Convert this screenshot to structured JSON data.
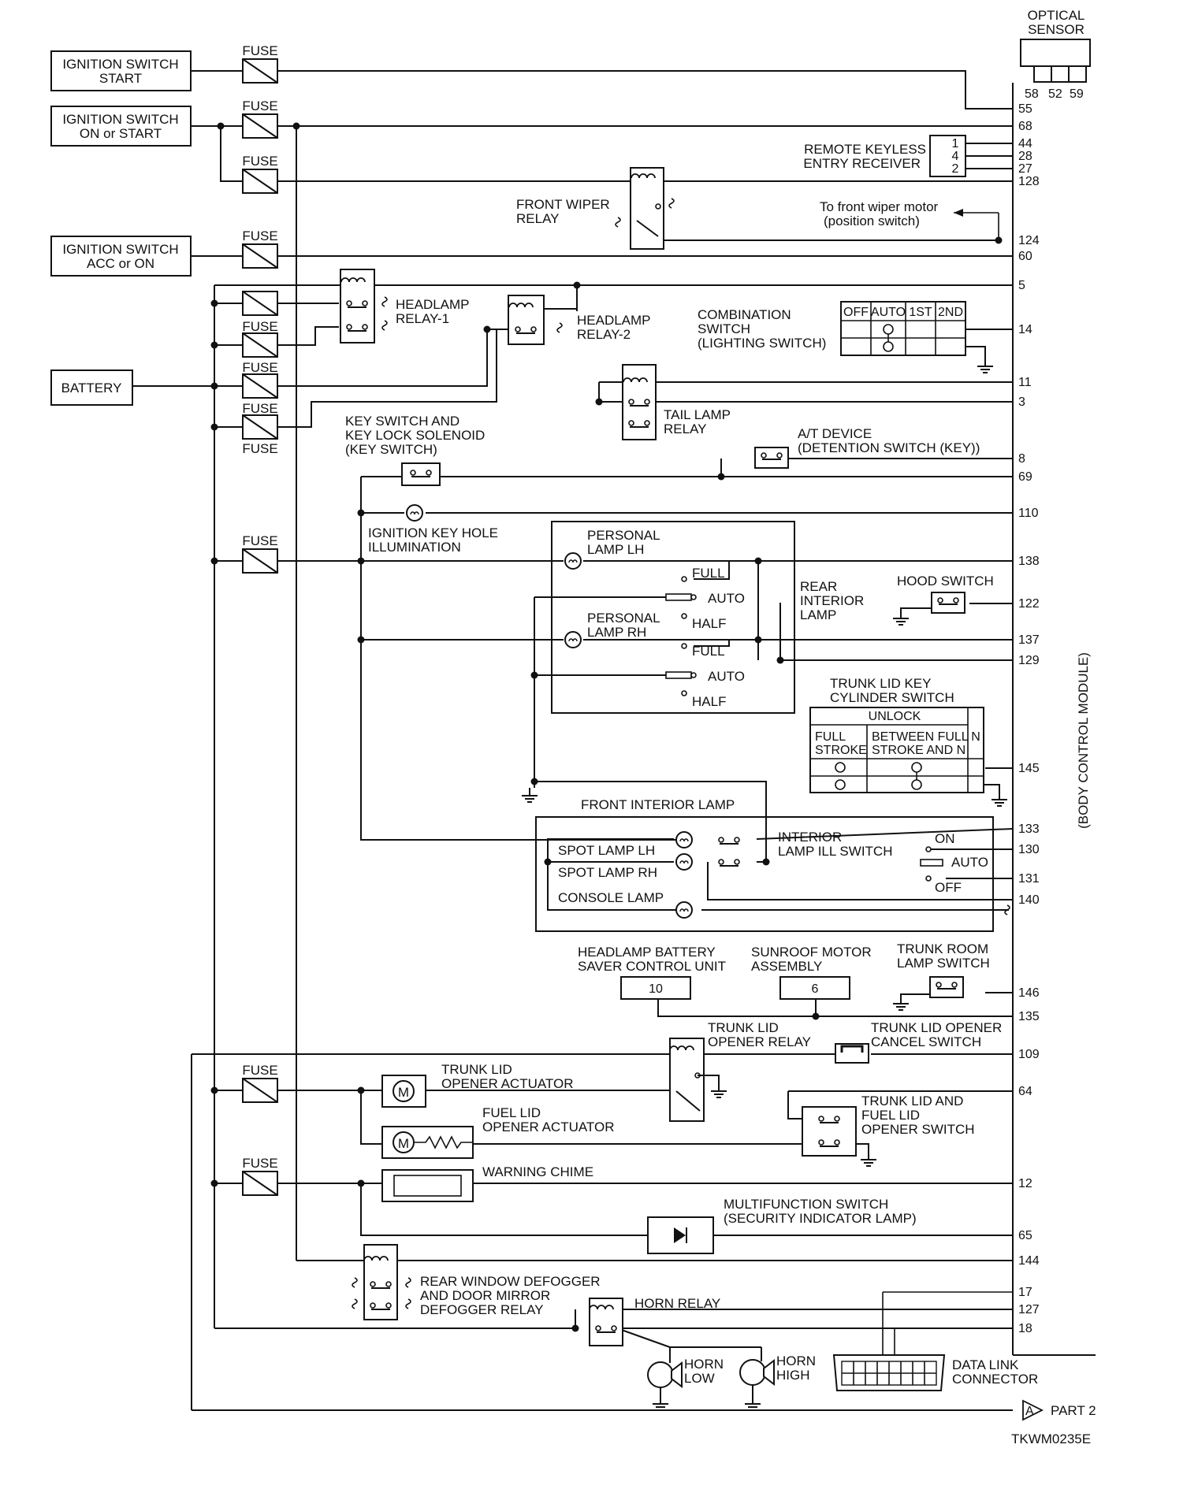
{
  "diagram_id": "TKWM0235E",
  "module": {
    "label": "(BODY CONTROL MODULE)"
  },
  "optical_sensor": {
    "label_1": "OPTICAL",
    "label_2": "SENSOR",
    "pins": [
      "58",
      "52",
      "59"
    ]
  },
  "fuse_label": "FUSE",
  "sources": {
    "ign_start": [
      "IGNITION SWITCH",
      "START"
    ],
    "ign_on_start": [
      "IGNITION SWITCH",
      "ON or START"
    ],
    "ign_acc_on": [
      "IGNITION SWITCH",
      "ACC or ON"
    ],
    "battery": "BATTERY"
  },
  "pins": [
    "55",
    "68",
    "44",
    "28",
    "27",
    "128",
    "124",
    "60",
    "5",
    "14",
    "11",
    "3",
    "8",
    "69",
    "110",
    "138",
    "122",
    "137",
    "129",
    "145",
    "133",
    "130",
    "131",
    "140",
    "146",
    "135",
    "109",
    "64",
    "12",
    "65",
    "144",
    "17",
    "127",
    "18"
  ],
  "components": {
    "remote_keyless": [
      "REMOTE KEYLESS",
      "ENTRY RECEIVER"
    ],
    "remote_keyless_pins": [
      "1",
      "4",
      "2"
    ],
    "front_wiper_relay": [
      "FRONT WIPER",
      "RELAY"
    ],
    "wiper_motor_note": [
      "To front wiper motor",
      "(position switch)"
    ],
    "headlamp_relay_1": [
      "HEADLAMP",
      "RELAY-1"
    ],
    "headlamp_relay_2": [
      "HEADLAMP",
      "RELAY-2"
    ],
    "combination_switch": [
      "COMBINATION",
      "SWITCH",
      "(LIGHTING SWITCH)"
    ],
    "combination_positions": [
      "OFF",
      "AUTO",
      "1ST",
      "2ND"
    ],
    "tail_lamp_relay": [
      "TAIL LAMP",
      "RELAY"
    ],
    "key_switch": [
      "KEY SWITCH AND",
      "KEY LOCK SOLENOID",
      "(KEY SWITCH)"
    ],
    "at_device": [
      "A/T DEVICE",
      "(DETENTION SWITCH (KEY))"
    ],
    "key_hole_illum": [
      "IGNITION KEY HOLE",
      "ILLUMINATION"
    ],
    "personal_lamp_lh": [
      "PERSONAL",
      "LAMP LH"
    ],
    "personal_lamp_rh": [
      "PERSONAL",
      "LAMP RH"
    ],
    "switch_positions": [
      "FULL",
      "AUTO",
      "HALF"
    ],
    "rear_interior_lamp": [
      "REAR",
      "INTERIOR",
      "LAMP"
    ],
    "hood_switch": "HOOD SWITCH",
    "trunk_key_cylinder": [
      "TRUNK LID KEY",
      "CYLINDER SWITCH"
    ],
    "trunk_cyl_table": {
      "unlock": "UNLOCK",
      "full": [
        "FULL",
        "STROKE"
      ],
      "between": [
        "BETWEEN FULL",
        "STROKE AND N"
      ],
      "n": "N"
    },
    "front_interior_lamp": "FRONT INTERIOR LAMP",
    "spot_lamp_lh": "SPOT LAMP LH",
    "spot_lamp_rh": "SPOT LAMP RH",
    "console_lamp": "CONSOLE LAMP",
    "interior_lamp_ill_switch": [
      "INTERIOR",
      "LAMP ILL SWITCH"
    ],
    "ill_switch_positions": [
      "ON",
      "AUTO",
      "OFF"
    ],
    "headlamp_saver": [
      "HEADLAMP BATTERY",
      "SAVER CONTROL UNIT"
    ],
    "headlamp_saver_pin": "10",
    "sunroof_motor": [
      "SUNROOF MOTOR",
      "ASSEMBLY"
    ],
    "sunroof_pin": "6",
    "trunk_room_lamp_switch": [
      "TRUNK ROOM",
      "LAMP SWITCH"
    ],
    "trunk_lid_opener_relay": [
      "TRUNK LID",
      "OPENER RELAY"
    ],
    "trunk_lid_opener_cancel": [
      "TRUNK LID OPENER",
      "CANCEL SWITCH"
    ],
    "trunk_lid_opener_actuator": [
      "TRUNK LID",
      "OPENER ACTUATOR"
    ],
    "fuel_lid_opener_actuator": [
      "FUEL LID",
      "OPENER ACTUATOR"
    ],
    "trunk_fuel_opener_switch": [
      "TRUNK LID AND",
      "FUEL LID",
      "OPENER SWITCH"
    ],
    "warning_chime": "WARNING CHIME",
    "multifunction_switch": [
      "MULTIFUNCTION SWITCH",
      "(SECURITY INDICATOR LAMP)"
    ],
    "rear_defogger_relay": [
      "REAR WINDOW DEFOGGER",
      "AND DOOR MIRROR",
      "DEFOGGER RELAY"
    ],
    "horn_relay": "HORN RELAY",
    "horn_low": [
      "HORN",
      "LOW"
    ],
    "horn_high": [
      "HORN",
      "HIGH"
    ],
    "data_link_connector": [
      "DATA LINK",
      "CONNECTOR"
    ],
    "motor_symbol": "M",
    "connector_ref": "A",
    "part_ref": "PART 2"
  }
}
